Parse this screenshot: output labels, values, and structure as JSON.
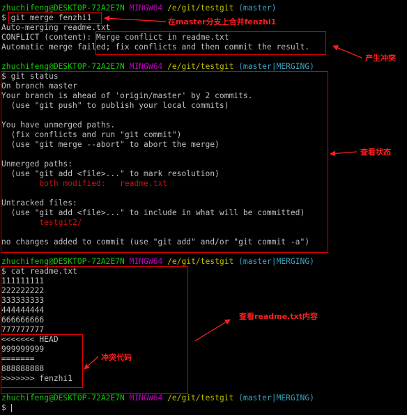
{
  "prompt": {
    "user": "zhuchifeng@DESKTOP-72A2E7N",
    "env": "MINGW64",
    "path": "/e/git/testgit",
    "branch_master": "(master)",
    "branch_merging": "(master|MERGING)",
    "symbol": "$"
  },
  "block1": {
    "command": "git merge fenzhi1",
    "auto_merging": "Auto-merging readme.txt",
    "conflict_prefix": "CONFLICT (content):",
    "conflict_msg": "Merge conflict in readme.txt",
    "auto_failed_prefix": "Automatic merge failed",
    "auto_failed_suffix": "; fix conflicts and then commit the result."
  },
  "block2": {
    "command": "git status",
    "lines": [
      "On branch master",
      "Your branch is ahead of 'origin/master' by 2 commits.",
      "  (use \"git push\" to publish your local commits)",
      "",
      "You have unmerged paths.",
      "  (fix conflicts and run \"git commit\")",
      "  (use \"git merge --abort\" to abort the merge)",
      "",
      "Unmerged paths:",
      "  (use \"git add <file>...\" to mark resolution)"
    ],
    "unmerged_file": "        both modified:   readme.txt",
    "untracked_header": "Untracked files:",
    "untracked_hint": "  (use \"git add <file>...\" to include in what will be committed)",
    "untracked_file": "        testgit2/",
    "summary": "no changes added to commit (use \"git add\" and/or \"git commit -a\")"
  },
  "block3": {
    "command": "cat readme.txt",
    "content": [
      "111111111",
      "222222222",
      "333333333",
      "444444444",
      "666666666",
      "777777777"
    ],
    "conflict_lines": [
      "<<<<<<< HEAD",
      "999999999",
      "=======",
      "888888888",
      ">>>>>>> fenzhi1"
    ]
  },
  "annotations": {
    "merge_label": "在master分支上合并fenzhi1",
    "conflict_label": "产生冲突",
    "status_label": "查看状态",
    "readme_label": "查看readme.txt内容",
    "conflict_code_label": "冲突代码"
  },
  "colors": {
    "user_host": "#16c60c",
    "env": "#c000c0",
    "path": "#c0c000",
    "branch": "#3aa6c4",
    "highlight_text": "#d01010",
    "annotation": "#ff2020",
    "background": "#000000",
    "foreground": "#c0c0c0"
  }
}
